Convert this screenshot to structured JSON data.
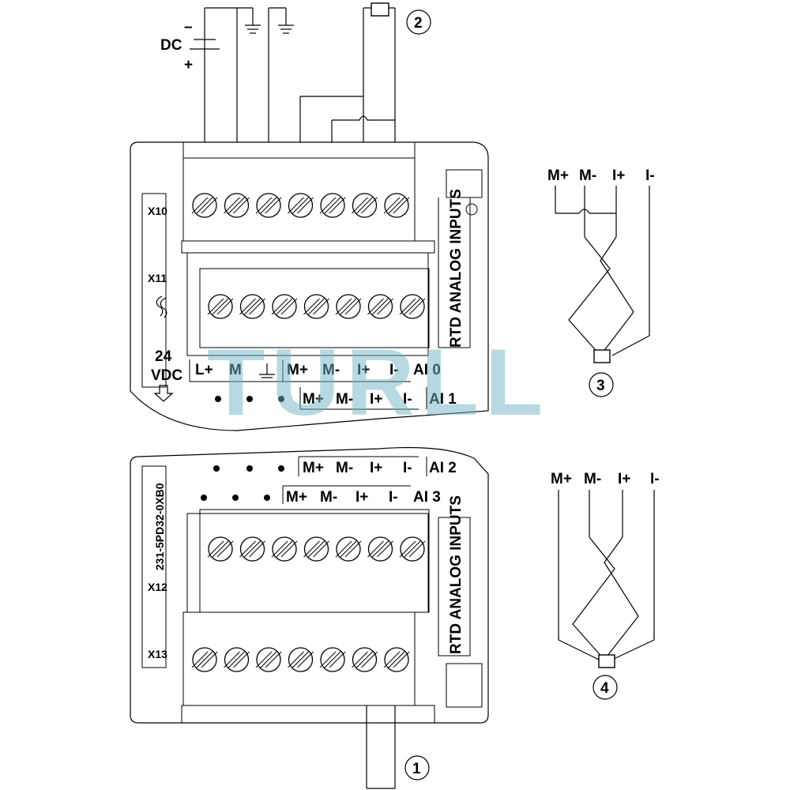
{
  "watermark": "TURLL",
  "power": {
    "dc": "DC",
    "minus": "–",
    "plus": "+"
  },
  "connectors": {
    "x10": "X10",
    "x11": "X11",
    "x12": "X12",
    "x13": "X13"
  },
  "side_label": "RTD ANALOG INPUTS",
  "supply": {
    "voltage": "24",
    "unit": "VDC"
  },
  "part_number": "231-5PD32-0XB0",
  "terminals": {
    "row_power": [
      "L+",
      "M"
    ],
    "row_rtd": [
      "M+",
      "M-",
      "I+",
      "I-"
    ]
  },
  "channels": {
    "ai0": "AI 0",
    "ai1": "AI 1",
    "ai2": "AI 2",
    "ai3": "AI 3"
  },
  "callouts": [
    "1",
    "2",
    "3",
    "4"
  ],
  "detail3": {
    "labels": [
      "M+",
      "M-",
      "I+",
      "I-"
    ]
  },
  "detail4": {
    "labels": [
      "M+",
      "M-",
      "I+",
      "I-"
    ]
  }
}
